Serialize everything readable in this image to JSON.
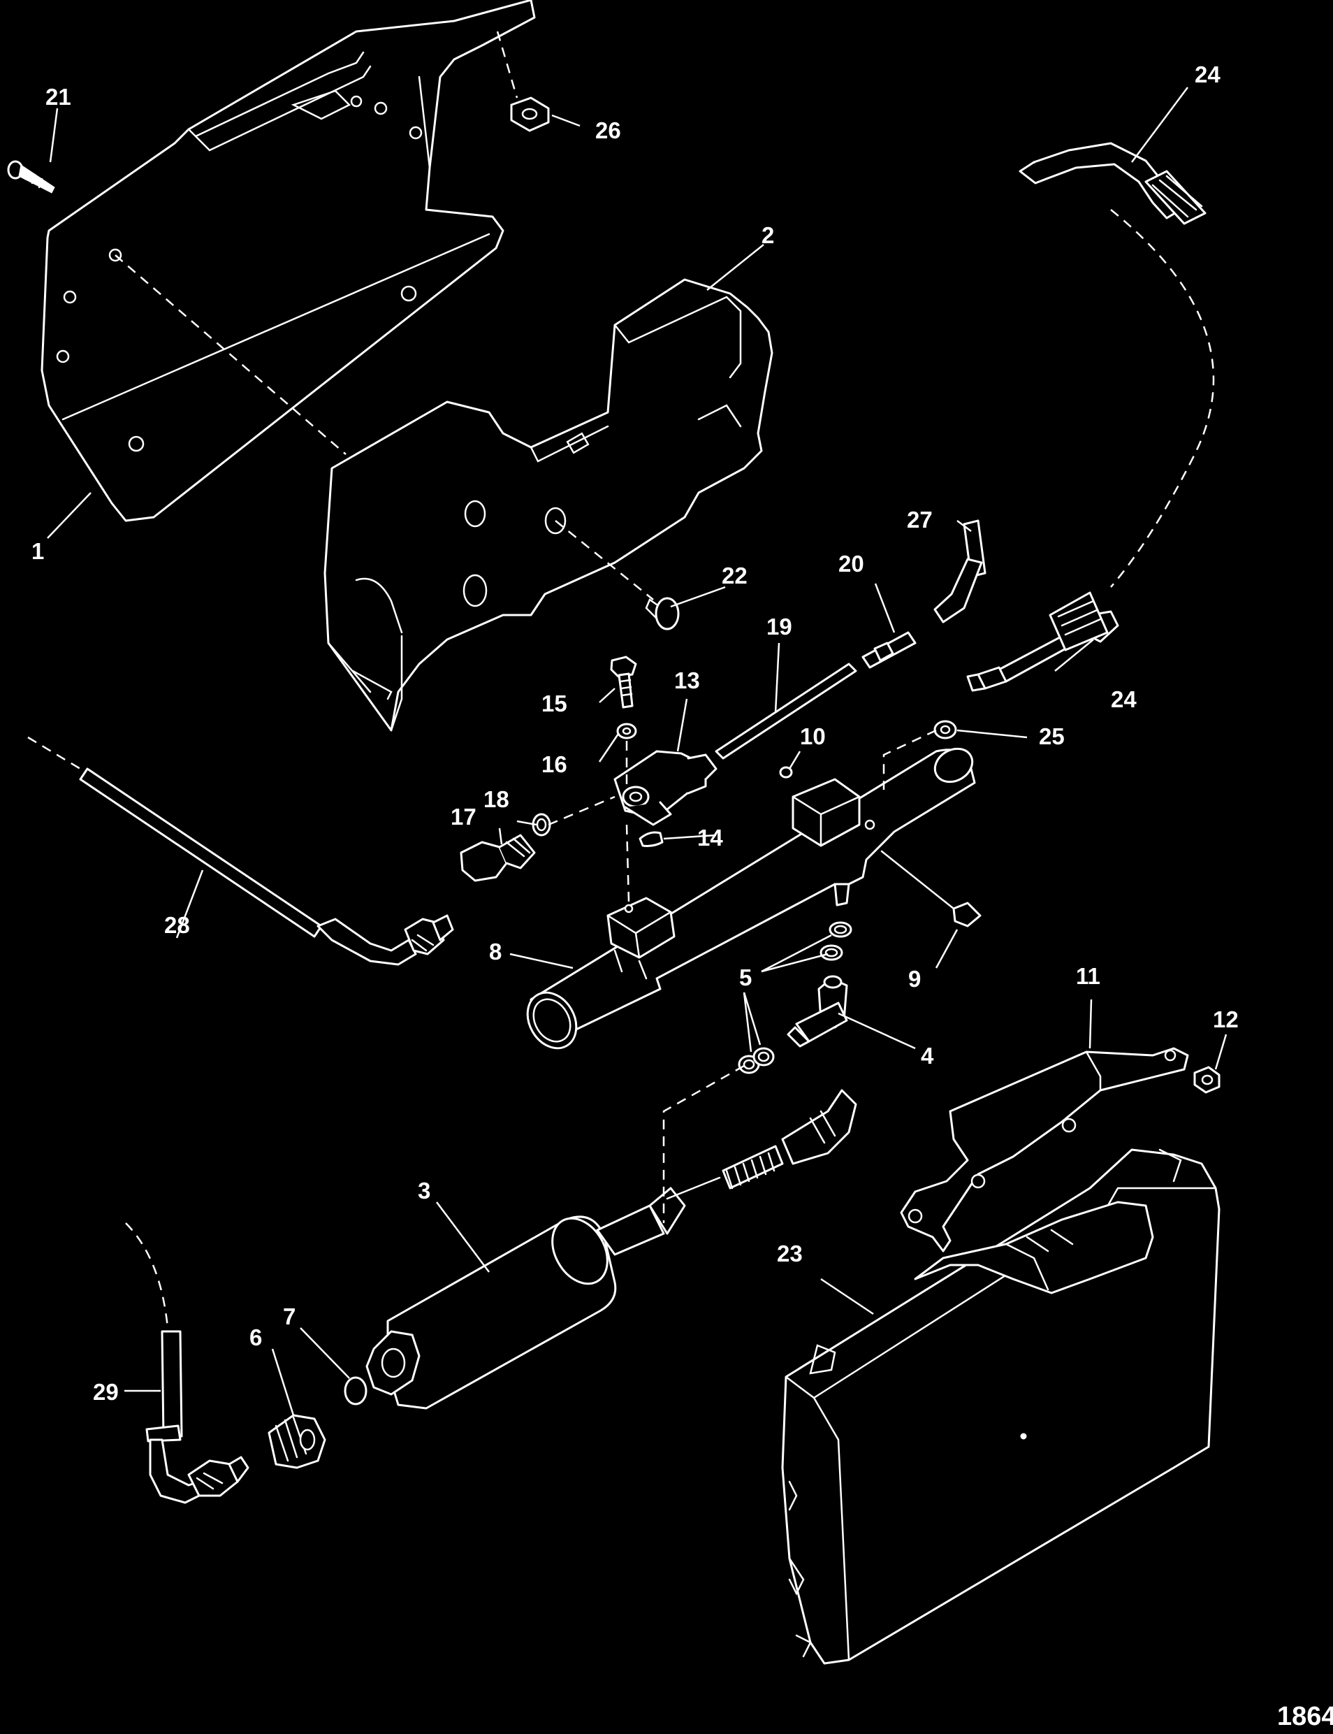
{
  "figure_number": "1864",
  "callouts": [
    {
      "id": "c1",
      "label": "1"
    },
    {
      "id": "c2",
      "label": "2"
    },
    {
      "id": "c3",
      "label": "3"
    },
    {
      "id": "c4",
      "label": "4"
    },
    {
      "id": "c5",
      "label": "5"
    },
    {
      "id": "c6",
      "label": "6"
    },
    {
      "id": "c7",
      "label": "7"
    },
    {
      "id": "c8",
      "label": "8"
    },
    {
      "id": "c9",
      "label": "9"
    },
    {
      "id": "c10",
      "label": "10"
    },
    {
      "id": "c11",
      "label": "11"
    },
    {
      "id": "c12",
      "label": "12"
    },
    {
      "id": "c13",
      "label": "13"
    },
    {
      "id": "c14",
      "label": "14"
    },
    {
      "id": "c15",
      "label": "15"
    },
    {
      "id": "c16",
      "label": "16"
    },
    {
      "id": "c17",
      "label": "17"
    },
    {
      "id": "c18",
      "label": "18"
    },
    {
      "id": "c19",
      "label": "19"
    },
    {
      "id": "c20",
      "label": "20"
    },
    {
      "id": "c21",
      "label": "21"
    },
    {
      "id": "c22",
      "label": "22"
    },
    {
      "id": "c23",
      "label": "23"
    },
    {
      "id": "c24a",
      "label": "24"
    },
    {
      "id": "c24b",
      "label": "24"
    },
    {
      "id": "c25",
      "label": "25"
    },
    {
      "id": "c26",
      "label": "26"
    },
    {
      "id": "c27",
      "label": "27"
    },
    {
      "id": "c28",
      "label": "28"
    },
    {
      "id": "c29",
      "label": "29"
    }
  ]
}
